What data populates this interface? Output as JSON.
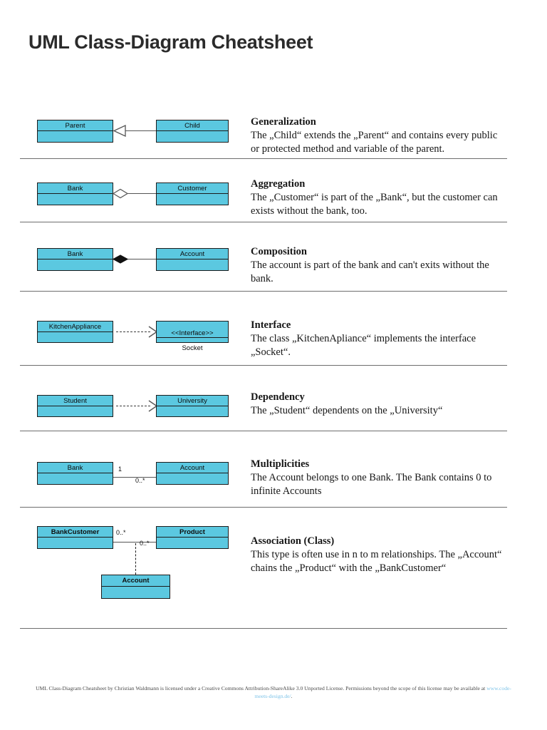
{
  "document": {
    "title": "UML Class-Diagram Cheatsheet"
  },
  "sections": [
    {
      "id": "generalization",
      "heading": "Generalization",
      "body": "The „Child“ extends the „Parent“ and contains every public or protected method and variable of the parent.",
      "left_box": "Parent",
      "right_box": "Child",
      "connector": "hollow-triangle-arrow"
    },
    {
      "id": "aggregation",
      "heading": "Aggregation",
      "body": "The „Customer“ is part of the „Bank“, but the customer can exists without the bank, too.",
      "left_box": "Bank",
      "right_box": "Customer",
      "connector": "hollow-diamond"
    },
    {
      "id": "composition",
      "heading": "Composition",
      "body": "The account is part of the bank and can't exits without the bank.",
      "left_box": "Bank",
      "right_box": "Account",
      "connector": "filled-diamond"
    },
    {
      "id": "interface",
      "heading": "Interface",
      "body": "The class „KitchenApliance“ implements the interface „Socket“.",
      "left_box": "KitchenAppliance",
      "right_box_stereotype": "<<Interface>>",
      "right_box": "Socket",
      "connector": "dashed-open-arrow"
    },
    {
      "id": "dependency",
      "heading": "Dependency",
      "body": "The „Student“ dependents on the „University“",
      "left_box": "Student",
      "right_box": "University",
      "connector": "dashed-open-arrow"
    },
    {
      "id": "multiplicities",
      "heading": "Multiplicities",
      "body": "The Account belongs to one Bank. The Bank contains 0 to infinite Accounts",
      "left_box": "Bank",
      "right_box": "Account",
      "connector": "plain-line",
      "left_multiplicity": "1",
      "right_multiplicity": "0..*"
    },
    {
      "id": "association-class",
      "heading": "Association (Class)",
      "body": "This type is often use in n to m relationships. The „Account“  chains the „Product“ with the „BankCustomer“",
      "left_box": "BankCustomer",
      "right_box": "Product",
      "assoc_box": "Account",
      "connector": "plain-line-with-dashed-drop",
      "left_multiplicity": "0..*",
      "right_multiplicity": "0..*"
    }
  ],
  "footer": {
    "text_before": "UML Class-Diagram Cheatsheet by Christian Waldmann is licensed under a Creative Commons Attribution-ShareAlike 3.0 Unported License. Permissions beyond the scope of this license may be available at ",
    "link": "www.code-meets-design.de/",
    "text_after": "."
  },
  "colors": {
    "box_fill": "#5bc8e0",
    "box_border": "#1c1c1c",
    "link": "#7fc4e8",
    "rule": "#6e6e6e"
  }
}
